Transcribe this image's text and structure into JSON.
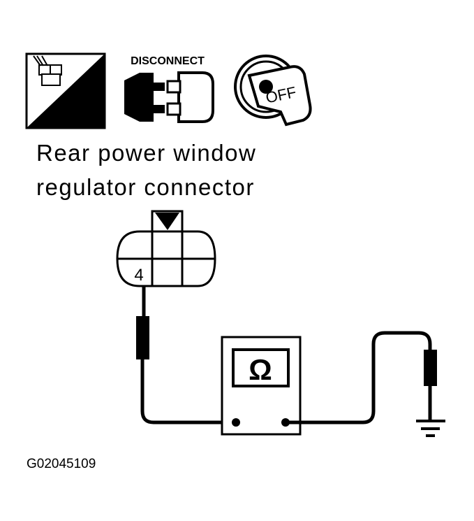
{
  "icons": {
    "ts": {
      "name": "ts-icon",
      "label": "T.S."
    },
    "disconnect": {
      "name": "disconnect-connector-icon",
      "label": "DISCONNECT"
    },
    "ignition": {
      "name": "ignition-key-off-icon",
      "label": "OFF"
    }
  },
  "caption": {
    "line1": "Rear power window",
    "line2": "regulator connector"
  },
  "connector": {
    "pin_label": "4"
  },
  "meter": {
    "symbol": "Ω"
  },
  "figure_id": "G02045109"
}
